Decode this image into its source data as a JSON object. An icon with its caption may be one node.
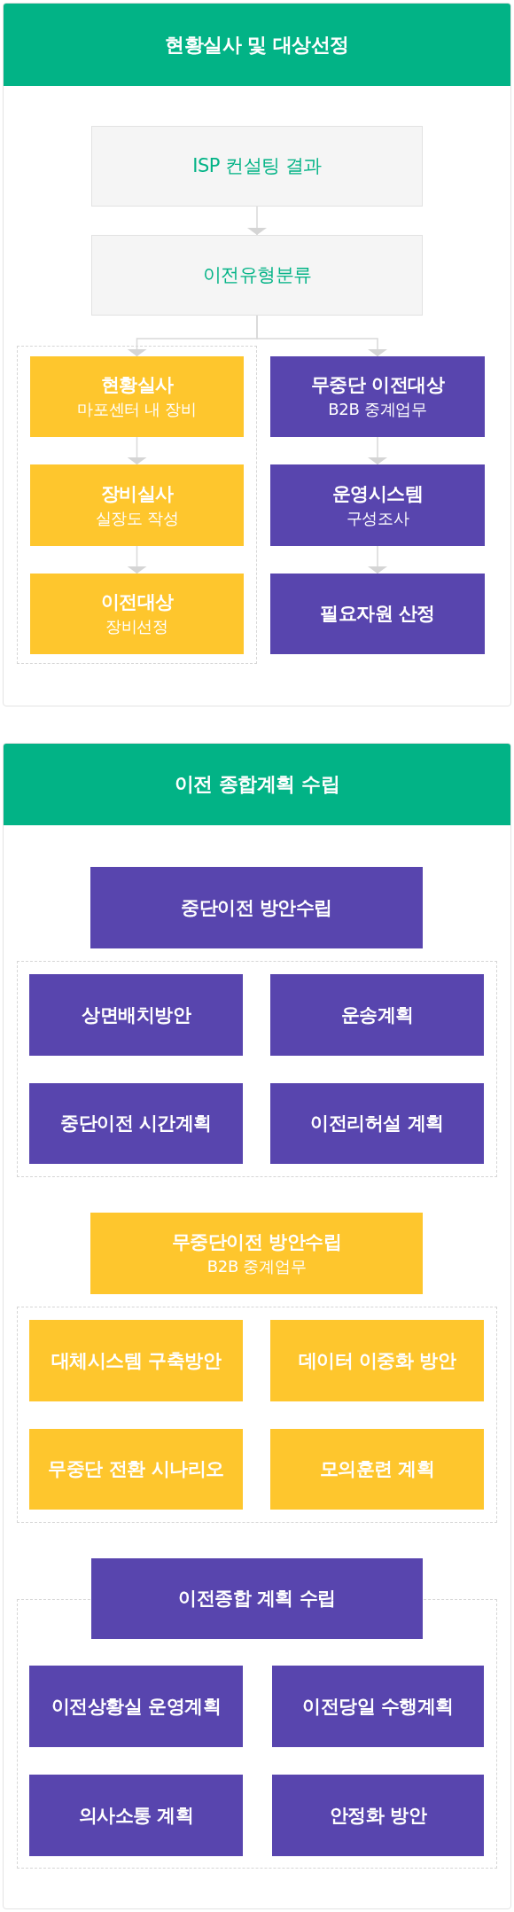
{
  "diagram": {
    "nodes": [
      {
        "text": [
          "현황실사 및 대상선정"
        ]
      },
      {
        "text": [
          "ISP 컨설팅 결과"
        ],
        "in": 0
      },
      {
        "text": [
          "이전유형분류"
        ],
        "in": 0
      },
      {
        "text": [],
        "shape": "box",
        "in": 0
      },
      {
        "text": [
          "현황실사",
          "마포센터 내 장비"
        ],
        "in": 3
      },
      {
        "text": [
          "장비실사",
          "실장도 작성"
        ],
        "in": 3
      },
      {
        "text": [
          "이전대상",
          "장비선정"
        ],
        "in": 3
      },
      {
        "text": [
          "무중단 이전대상",
          "B2B 중계업무"
        ],
        "in": 0
      },
      {
        "text": [
          "운영시스템",
          "구성조사"
        ],
        "in": 0
      },
      {
        "text": [
          "필요자원 산정"
        ],
        "in": 0
      },
      {
        "text": [
          "이전 종합계획 수립"
        ]
      },
      {
        "text": [
          "중단이전 방안수립"
        ],
        "in": 10
      },
      {
        "text": [],
        "shape": "box",
        "in": 10
      },
      {
        "text": [
          "상면배치방안"
        ],
        "in": 12
      },
      {
        "text": [
          "운송계획"
        ],
        "in": 12
      },
      {
        "text": [
          "중단이전 시간계획"
        ],
        "in": 12
      },
      {
        "text": [
          "이전리허설 계획"
        ],
        "in": 12
      },
      {
        "text": [
          "무중단이전 방안수립",
          "B2B 중계업무"
        ],
        "in": 10
      },
      {
        "text": [],
        "shape": "box",
        "in": 10
      },
      {
        "text": [
          "대체시스템 구축방안"
        ],
        "in": 18
      },
      {
        "text": [
          "데이터 이중화 방안"
        ],
        "in": 18
      },
      {
        "text": [
          "무중단 전환 시나리오"
        ],
        "in": 18
      },
      {
        "text": [
          "모의훈련 계획"
        ],
        "in": 18
      },
      {
        "text": [
          "이전종합 계획 수립"
        ],
        "in": 10
      },
      {
        "text": [],
        "shape": "box",
        "in": 10
      },
      {
        "text": [
          "이전상황실 운영계획"
        ],
        "in": 24
      },
      {
        "text": [
          "이전당일 수행계획"
        ],
        "in": 24
      },
      {
        "text": [
          "의사소통 계획"
        ],
        "in": 24
      },
      {
        "text": [
          "안정화 방안"
        ],
        "in": 24
      }
    ],
    "edges": [
      {
        "from": 1,
        "to": 2,
        "arrow": "to"
      },
      {
        "from": 2,
        "to": 4,
        "arrow": "to"
      },
      {
        "from": 2,
        "to": 7,
        "arrow": "to"
      },
      {
        "from": 4,
        "to": 5,
        "arrow": "to"
      },
      {
        "from": 5,
        "to": 6,
        "arrow": "to"
      },
      {
        "from": 7,
        "to": 8,
        "arrow": "to"
      },
      {
        "from": 8,
        "to": 9,
        "arrow": "to"
      }
    ]
  }
}
